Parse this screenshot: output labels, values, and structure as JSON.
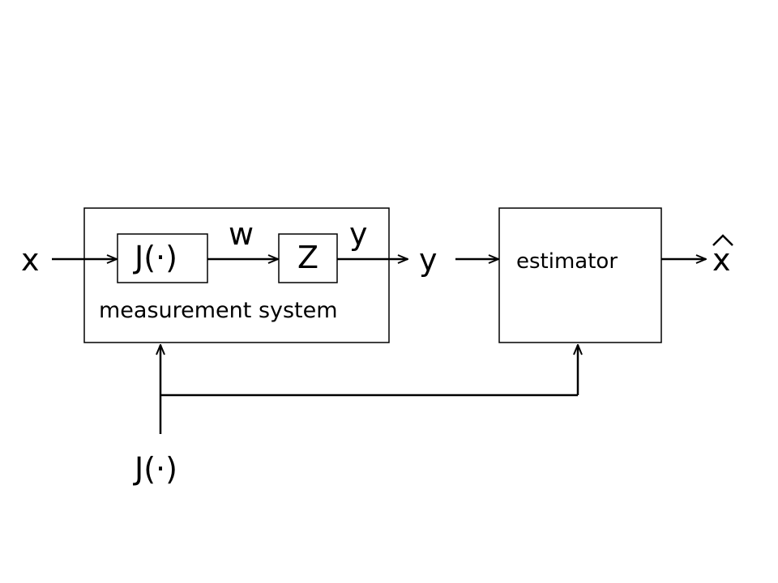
{
  "signals": {
    "input": "x",
    "w": "w",
    "y_inner": "y",
    "y_outer": "y",
    "estimate": "x"
  },
  "blocks": {
    "j_inner": "J(·)",
    "z": "Z",
    "system_caption": "measurement system",
    "estimator": "estimator"
  },
  "side_input": {
    "label": "J(·)"
  }
}
